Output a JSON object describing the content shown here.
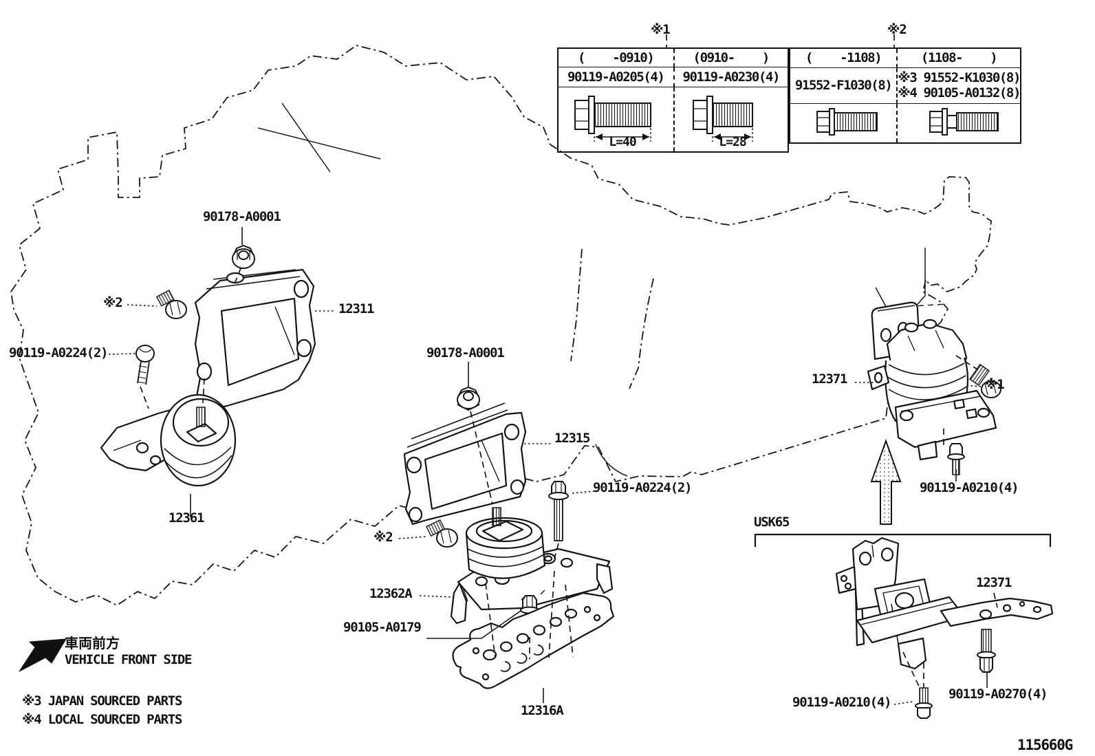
{
  "doc": {
    "code": "115660G"
  },
  "front": {
    "jp": "車両前方",
    "en": "VEHICLE FRONT SIDE"
  },
  "notes": {
    "n3": "※3 JAPAN SOURCED PARTS",
    "n4": "※4 LOCAL SOURCED PARTS"
  },
  "variant": {
    "label": "USK65"
  },
  "tables": [
    {
      "ref": "※1",
      "columns": [
        {
          "period": "(    -0910)",
          "part": "90119-A0205(4)",
          "dim": "L=40"
        },
        {
          "period": "(0910-    )",
          "part": "90119-A0230(4)",
          "dim": "L=28"
        }
      ]
    },
    {
      "ref": "※2",
      "columns": [
        {
          "period": "(    -1108)",
          "parts": [
            "91552-F1030(8)"
          ]
        },
        {
          "period": "(1108-    )",
          "parts": [
            "※3 91552-K1030(8)",
            "※4 90105-A0132(8)"
          ]
        }
      ]
    }
  ],
  "labels": {
    "nut_front_upper": "90178-A0001",
    "nut_rear_upper": "90178-A0001",
    "bracket_front": "12311",
    "bracket_rear": "12315",
    "insulator_front": "12361",
    "insulator_rear": "12362A",
    "plate_lower": "12316A",
    "mount_rh": "12371",
    "mount_rh_usk": "12371",
    "bolt_a0224_front": "90119-A0224(2)",
    "bolt_a0224_rear": "90119-A0224(2)",
    "bolt_a0179": "90105-A0179",
    "bolt_a0210_rh": "90119-A0210(4)",
    "bolt_a0210_usk": "90119-A0210(4)",
    "bolt_a0270_usk": "90119-A0270(4)",
    "ref1": "※1",
    "ref2_front": "※2",
    "ref2_rear": "※2"
  }
}
